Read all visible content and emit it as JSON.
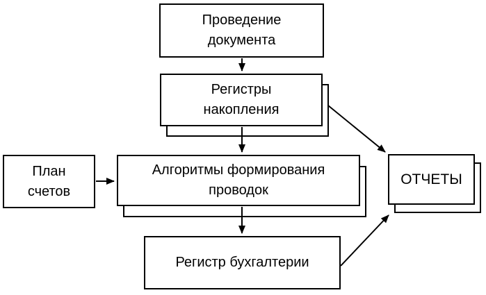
{
  "diagram": {
    "background_color": "#ffffff",
    "line_color": "#000000",
    "text_color": "#000000",
    "nodes": {
      "posting": {
        "label": "Проведение документа",
        "line1": "Проведение",
        "line2": "документа",
        "stacked": false
      },
      "accum": {
        "label": "Регистры накопления",
        "line1": "Регистры",
        "line2": "накопления",
        "stacked": true
      },
      "plan": {
        "label": "План счетов",
        "line1": "План",
        "line2": "счетов",
        "stacked": false
      },
      "algo": {
        "label": "Алгоритмы формирования проводок",
        "line1": "Алгоритмы формирования",
        "line2": "проводок",
        "stacked": true
      },
      "ledger": {
        "label": "Регистр бухгалтерии",
        "line1": "Регистр бухгалтерии",
        "line2": "",
        "stacked": false
      },
      "reports": {
        "label": "ОТЧЕТЫ",
        "line1": "ОТЧЕТЫ",
        "line2": "",
        "stacked": true
      }
    },
    "edges": [
      {
        "from": "posting",
        "to": "accum",
        "style": "straight-down"
      },
      {
        "from": "accum",
        "to": "algo",
        "style": "straight-down"
      },
      {
        "from": "plan",
        "to": "algo",
        "style": "straight-right"
      },
      {
        "from": "algo",
        "to": "ledger",
        "style": "straight-down"
      },
      {
        "from": "accum",
        "to": "reports",
        "style": "diagonal-down-right"
      },
      {
        "from": "ledger",
        "to": "reports",
        "style": "diagonal-up-right"
      }
    ]
  }
}
